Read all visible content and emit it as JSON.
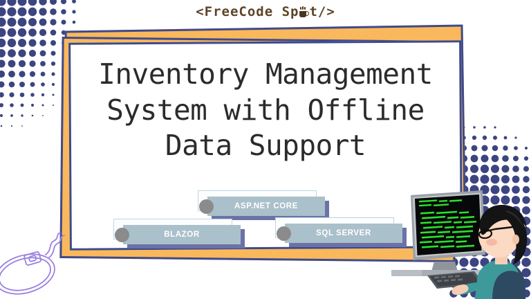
{
  "brand": {
    "prefix": "<FreeCode Sp",
    "suffix": "t/>",
    "icon": "coffee-cup-icon",
    "color": "#5C4427"
  },
  "title": {
    "text": "Inventory Management\nSystem with Offline\nData Support",
    "color": "#2B2B2B"
  },
  "tags": [
    {
      "label": "ASP.NET CORE",
      "bullet": "circle-bullet"
    },
    {
      "label": "BLAZOR",
      "bullet": "circle-bullet"
    },
    {
      "label": "SQL SERVER",
      "bullet": "circle-bullet"
    }
  ],
  "illustration": {
    "person": "person-coding-at-desktop-illustration",
    "screen_content": "green-code-on-black-terminal",
    "mouse": "computer-mouse-outline-doodle"
  },
  "decor": {
    "dots_top_left": "halftone-dot-gradient",
    "dots_bottom_right": "halftone-dot-gradient",
    "frame_orange": "#F9B85C",
    "frame_border": "#3F4A8A",
    "dot_color": "#3C4481",
    "tag_fill": "#AAC0CA",
    "tag_shadow": "#6B72A8",
    "mouse_stroke": "#9B7FE0"
  }
}
